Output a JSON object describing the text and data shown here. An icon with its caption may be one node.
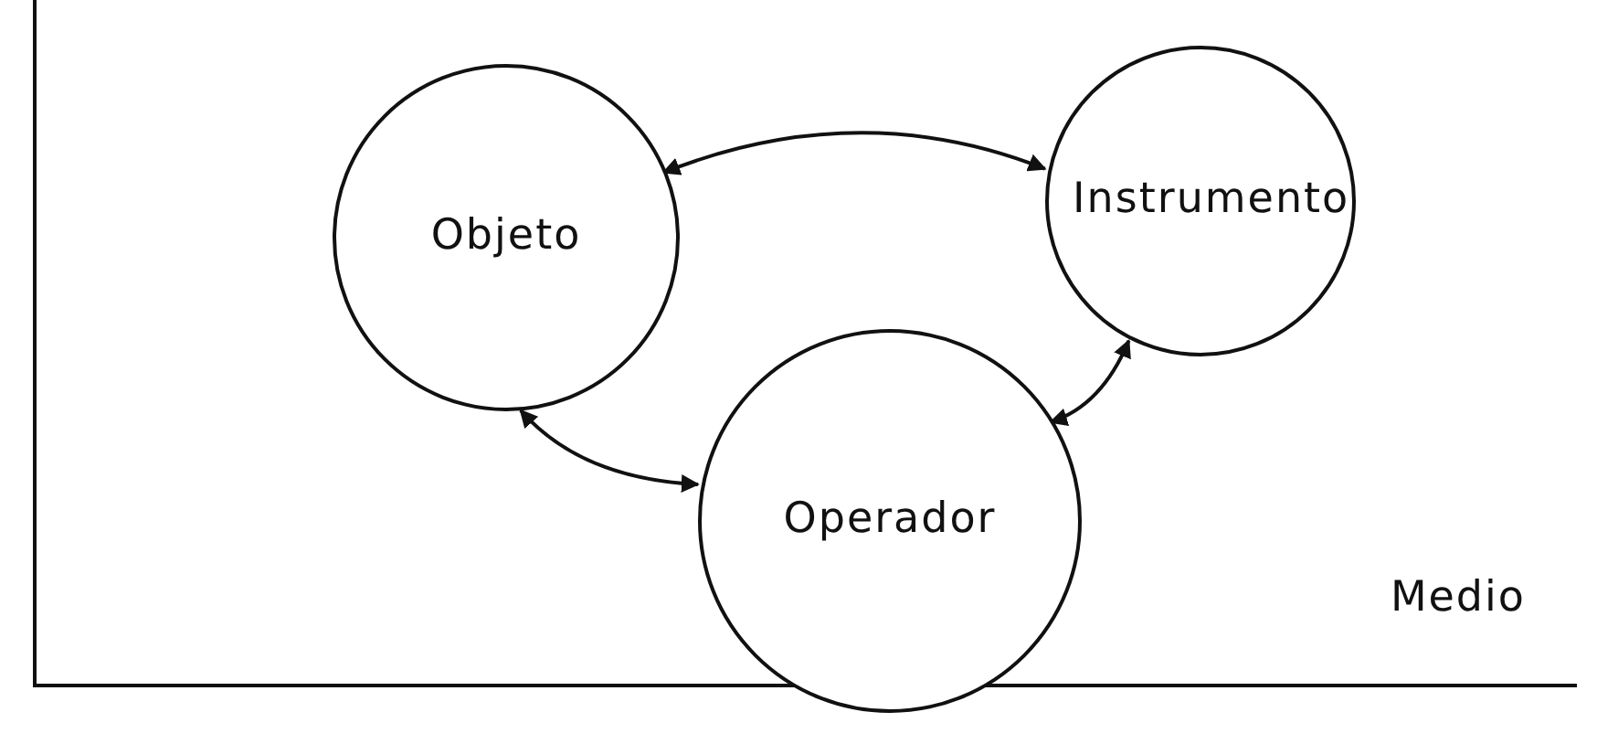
{
  "diagram": {
    "nodes": [
      {
        "text": [
          "Medio"
        ]
      },
      {
        "text": [
          "Objeto"
        ],
        "in": 0
      },
      {
        "text": [
          "Instrumento"
        ],
        "in": 0
      },
      {
        "text": [
          "Operador"
        ],
        "in": 0
      }
    ],
    "edges": [
      {
        "from": 1,
        "to": 2,
        "arrow": "both"
      },
      {
        "from": 1,
        "to": 3,
        "arrow": "both"
      },
      {
        "from": 3,
        "to": 2,
        "arrow": "both"
      }
    ]
  }
}
